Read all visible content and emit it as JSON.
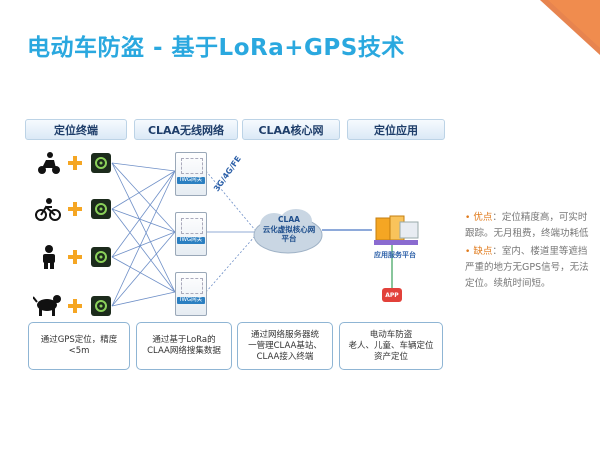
{
  "title": "电动车防盗 - 基于LoRa+GPS技术",
  "corner_label": "电动车防盗",
  "columns": [
    "定位终端",
    "CLAA无线网络",
    "CLAA核心网",
    "定位应用"
  ],
  "gateway_label": "IWG网关",
  "link_label": "3G/4G/FE",
  "cloud": {
    "line1": "CLAA",
    "line2": "云化虚拟核心网",
    "line3": "平台"
  },
  "app_platform_label": "应用服务平台",
  "app_icon_label": "APP",
  "bottom_boxes": [
    "通过GPS定位，精度<5m",
    "通过基于LoRa的\nCLAA网络搜集数据",
    "通过网络服务器统\n一管理CLAA基站、\nCLAA接入终端",
    "电动车防盗\n老人、儿童、车辆定位\n资产定位"
  ],
  "bullets": [
    {
      "head": "优点",
      "text": "：定位精度高，可实时跟踪。无月租费，终端功耗低"
    },
    {
      "head": "缺点",
      "text": "：室内、楼道里等遮挡严重的地方无GPS信号，无法定位。续航时间短。"
    }
  ],
  "colors": {
    "title": "#2aa8df",
    "accent": "#e07a1b",
    "network_line": "#6e8fc7",
    "cloud": "#c9d6e3"
  },
  "icons": [
    "scooter-icon",
    "bicycle-icon",
    "child-icon",
    "dog-icon"
  ]
}
